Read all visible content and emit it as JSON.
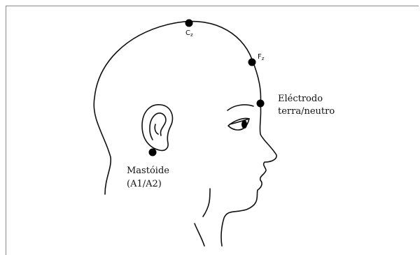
{
  "electrodes": [
    {
      "id": "cz",
      "label": "C",
      "sub": "z"
    },
    {
      "id": "fz",
      "label": "F",
      "sub": "z"
    },
    {
      "id": "ground",
      "line1": "Eléctrodo",
      "line2": "terra/neutro"
    },
    {
      "id": "mastoid",
      "line1": "Mastóide",
      "line2": "(A1/A2)"
    }
  ],
  "colors": {
    "stroke": "#111111",
    "dot": "#000000",
    "frame": "#8a8a8a"
  }
}
